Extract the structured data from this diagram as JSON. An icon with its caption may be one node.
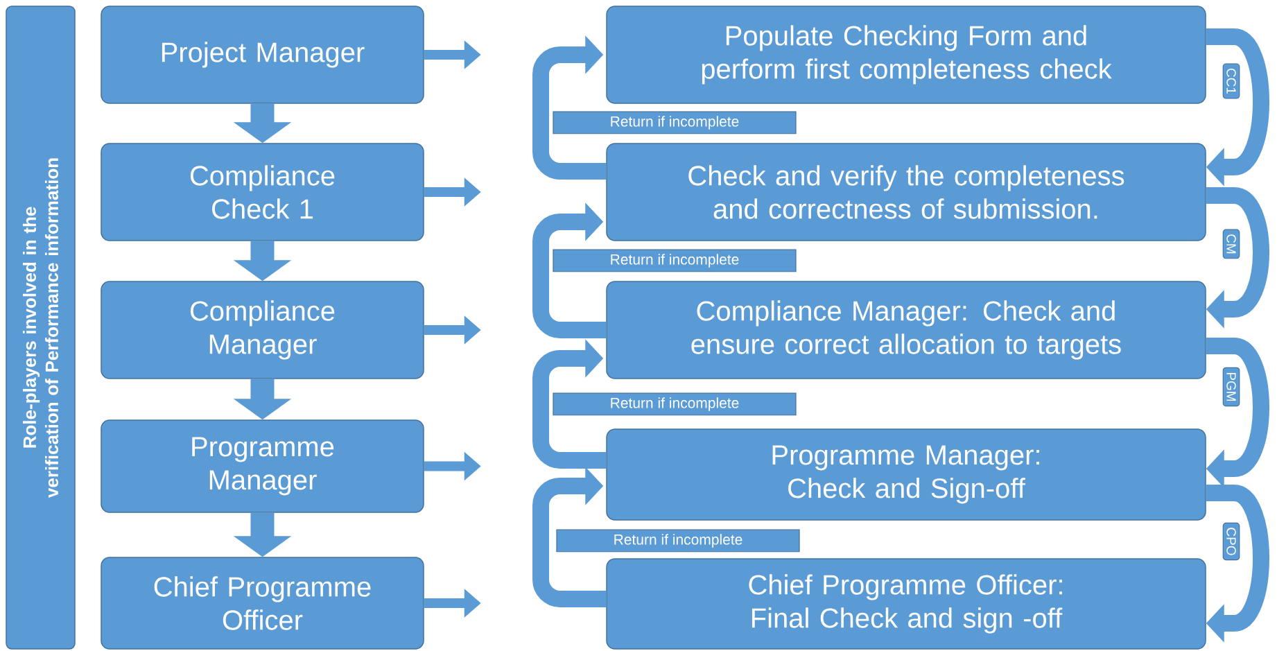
{
  "diagram": {
    "nodes": [
      {
        "text": [
          "Role-players involved in the verification of Performance information"
        ]
      },
      {
        "text": [
          "Project Manager"
        ]
      },
      {
        "text": [
          "Compliance Check 1"
        ]
      },
      {
        "text": [
          "Compliance Manager"
        ]
      },
      {
        "text": [
          "Programme Manager"
        ]
      },
      {
        "text": [
          "Chief Programme Officer"
        ]
      },
      {
        "text": [
          "Populate Checking Form and perform first completeness check"
        ]
      },
      {
        "text": [
          "Check and verify the completeness and correctness of submission."
        ]
      },
      {
        "text": [
          "Compliance Manager: Check and ensure correct allocation to targets"
        ]
      },
      {
        "text": [
          "Programme Manager: Check and Sign-off"
        ]
      },
      {
        "text": [
          "Chief Programme Officer: Final Check and sign -off"
        ]
      }
    ],
    "edges": [
      {
        "from": 1,
        "to": 2,
        "arrow": "to"
      },
      {
        "from": 2,
        "to": 3,
        "arrow": "to"
      },
      {
        "from": 3,
        "to": 4,
        "arrow": "to"
      },
      {
        "from": 4,
        "to": 5,
        "arrow": "to"
      },
      {
        "from": 1,
        "to": null,
        "arrow": "to"
      },
      {
        "from": 2,
        "to": null,
        "arrow": "to"
      },
      {
        "from": 3,
        "to": null,
        "arrow": "to"
      },
      {
        "from": 4,
        "to": null,
        "arrow": "to"
      },
      {
        "from": 5,
        "to": null,
        "arrow": "to"
      },
      {
        "from": 6,
        "to": 7,
        "arrow": "to",
        "label": "CC1"
      },
      {
        "from": 7,
        "to": 8,
        "arrow": "to",
        "label": "CM"
      },
      {
        "from": 8,
        "to": 9,
        "arrow": "to",
        "label": "PGM"
      },
      {
        "from": 9,
        "to": 10,
        "arrow": "to",
        "label": "CPO"
      },
      {
        "from": 7,
        "to": 6,
        "arrow": "to",
        "label": "Return if incomplete"
      },
      {
        "from": 8,
        "to": 7,
        "arrow": "to",
        "label": "Return if incomplete"
      },
      {
        "from": 9,
        "to": 8,
        "arrow": "to",
        "label": "Return if incomplete"
      },
      {
        "from": 10,
        "to": 9,
        "arrow": "to",
        "label": "Return if incomplete"
      }
    ]
  }
}
